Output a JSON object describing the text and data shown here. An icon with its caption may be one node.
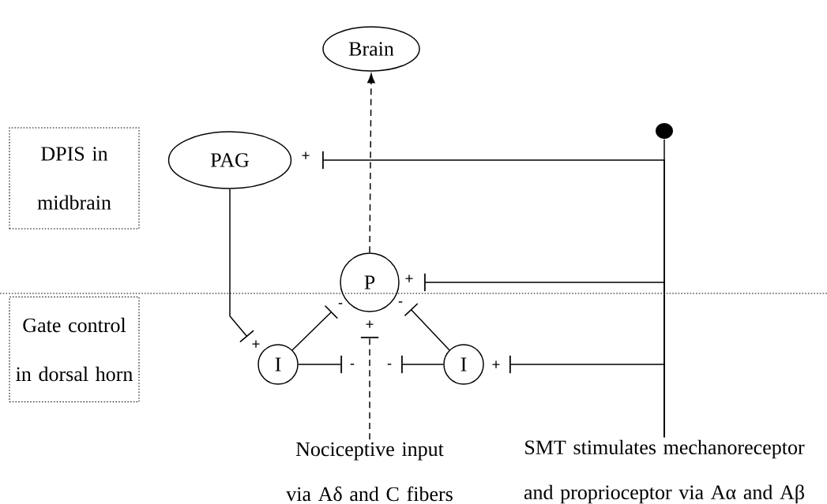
{
  "diagram": {
    "nodes": [
      {
        "text": [
          "DPIS in midbrain"
        ]
      },
      {
        "text": [
          "Gate control in dorsal horn"
        ]
      },
      {
        "text": [
          "Brain"
        ]
      },
      {
        "text": [
          "PAG"
        ]
      },
      {
        "text": [
          "P"
        ]
      },
      {
        "text": [
          "I"
        ]
      },
      {
        "text": [
          "I"
        ]
      },
      {
        "text": [
          "Nociceptive input via Aδ and C fibers"
        ]
      },
      {
        "text": [
          "SMT stimulates mechanoreceptor and proprioceptor via Aα and Aβ"
        ]
      },
      {
        "text": [],
        "shape": "circle"
      }
    ],
    "edges": [
      {
        "from": 7,
        "to": 4,
        "arrow": "other",
        "label": "+",
        "style": "dashed"
      },
      {
        "from": 4,
        "to": 2,
        "arrow": "to",
        "style": "dashed"
      },
      {
        "from": 3,
        "to": 5,
        "arrow": "other",
        "label": "+"
      },
      {
        "from": 5,
        "to": 4,
        "arrow": "other",
        "label": "-"
      },
      {
        "from": 6,
        "to": 4,
        "arrow": "other",
        "label": "-"
      },
      {
        "from": 5,
        "to": null,
        "arrow": "other",
        "label": "-"
      },
      {
        "from": 6,
        "to": null,
        "arrow": "other",
        "label": "-"
      },
      {
        "from": 8,
        "to": 9,
        "arrow": "none"
      },
      {
        "from": 8,
        "to": 3,
        "arrow": "other",
        "label": "+"
      },
      {
        "from": 8,
        "to": 4,
        "arrow": "other",
        "label": "+"
      },
      {
        "from": 8,
        "to": 6,
        "arrow": "other",
        "label": "+"
      }
    ]
  }
}
